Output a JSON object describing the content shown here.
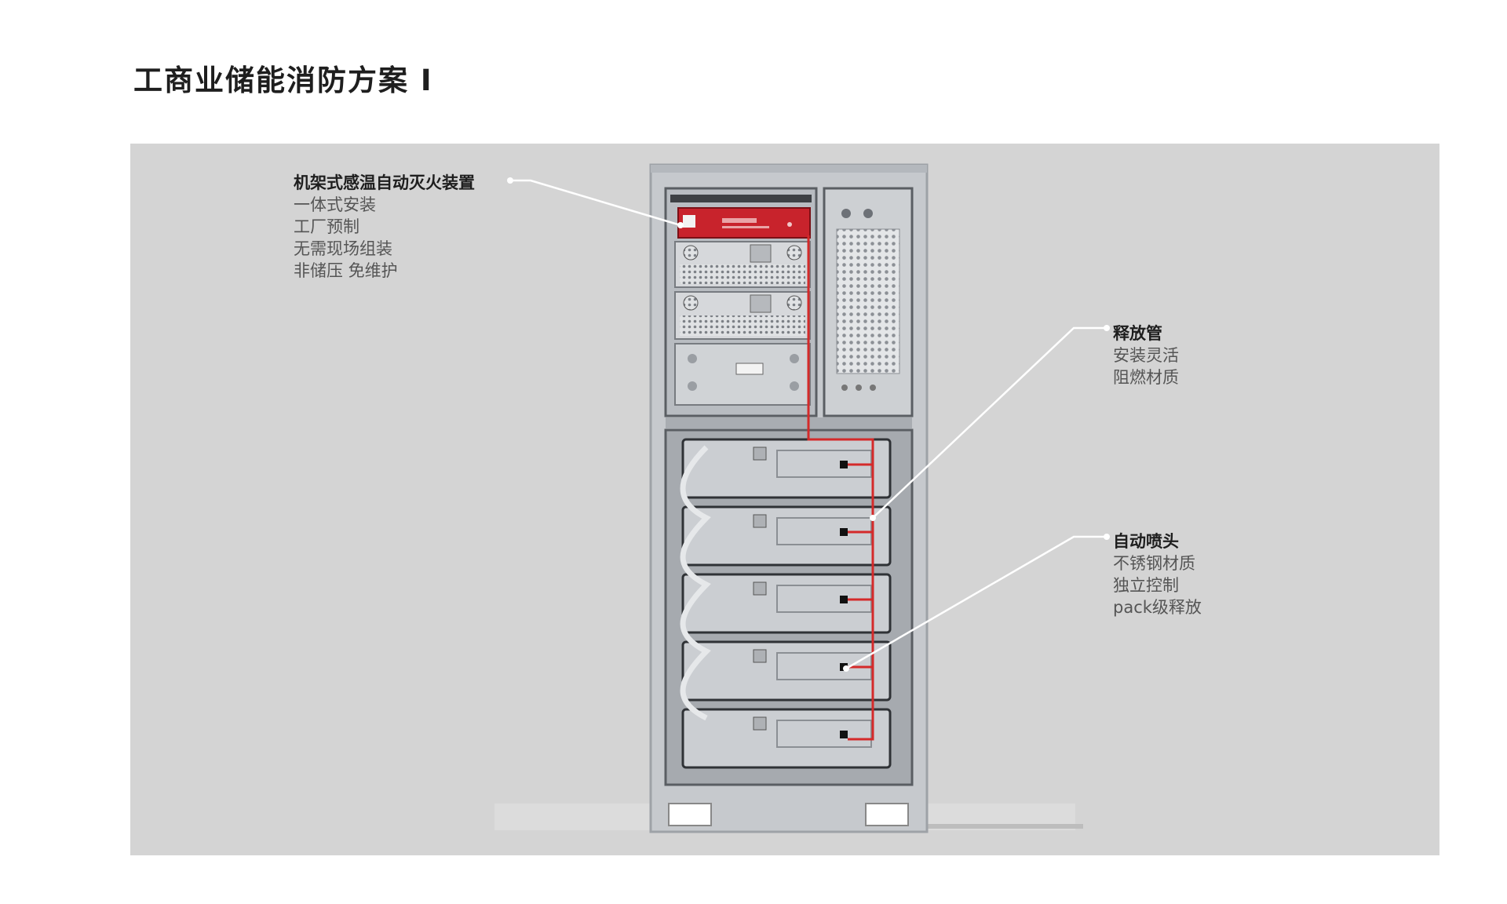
{
  "page": {
    "title": "工商业储能消防方案 I"
  },
  "callouts": [
    {
      "id": "rack-suppression",
      "title": "机架式感温自动灭火装置",
      "lines": [
        "一体式安装",
        "工厂预制",
        "无需现场组装",
        "非储压 免维护"
      ]
    },
    {
      "id": "release-pipe",
      "title": "释放管",
      "lines": [
        "安装灵活",
        "阻燃材质"
      ]
    },
    {
      "id": "auto-nozzle",
      "title": "自动喷头",
      "lines": [
        "不锈钢材质",
        "独立控制",
        "pack级释放"
      ]
    }
  ],
  "colors": {
    "panel": "#d4d4d4",
    "cabinet": "#c3c6ca",
    "device_red": "#c8232c",
    "pipe": "#d42a2a",
    "leader": "#ffffff"
  }
}
